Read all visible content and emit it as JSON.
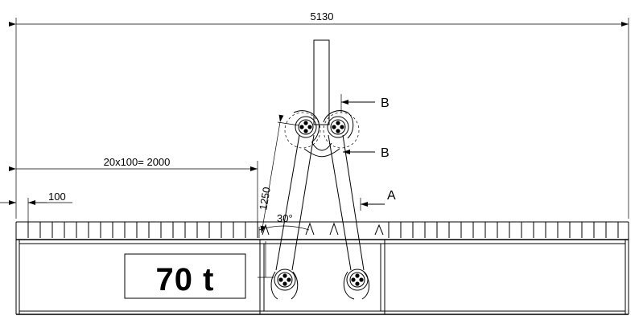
{
  "dimensions": {
    "overall_width": "5130",
    "pitch_span": "20x100= 2000",
    "tooth_pitch": "100",
    "link_length": "1250",
    "spread_angle": "30°"
  },
  "section_marks": {
    "upper": "B",
    "lower": "B",
    "side": "A"
  },
  "capacity_plate": "70 t",
  "colors": {
    "line": "#000000",
    "background": "#ffffff"
  }
}
